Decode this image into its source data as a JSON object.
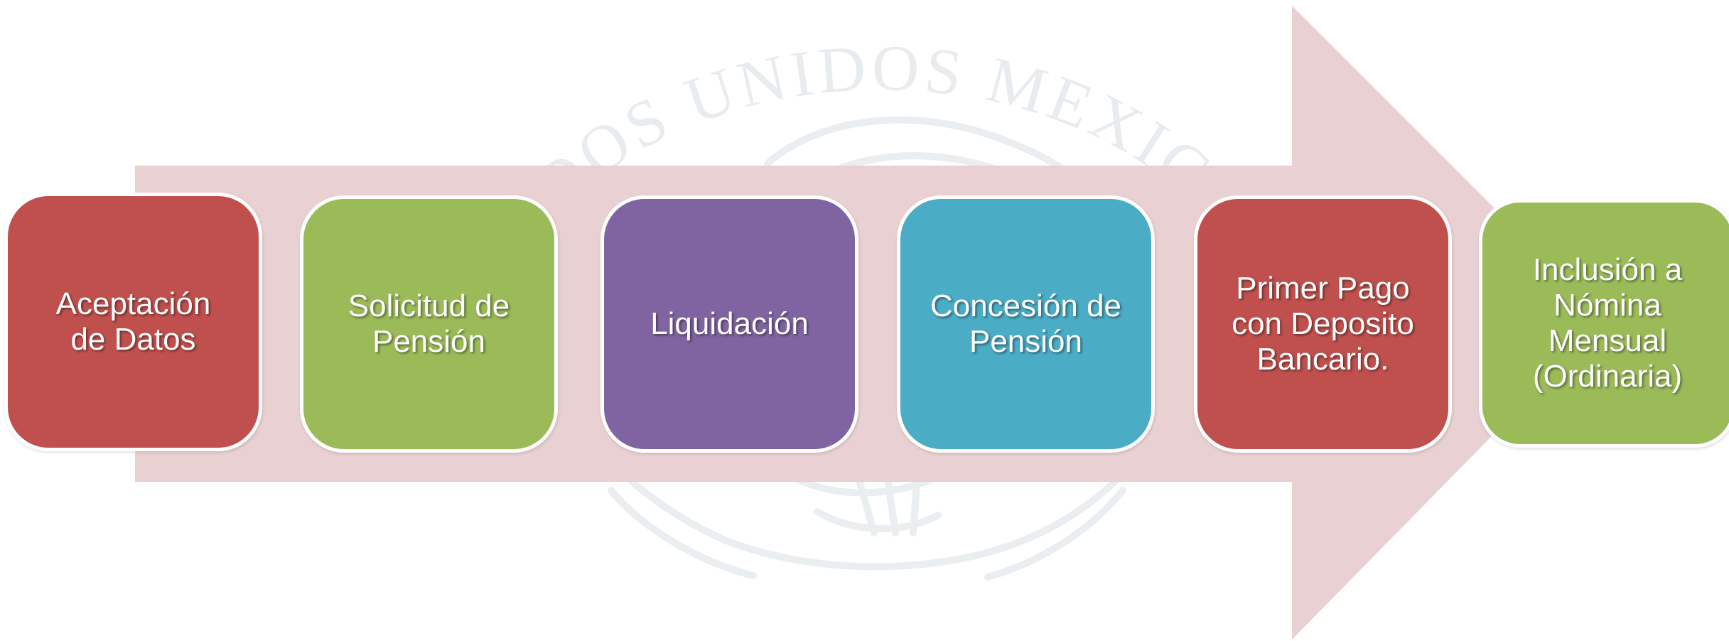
{
  "colors": {
    "background": "#ffffff",
    "arrow": "#e9d0d2",
    "watermark": "#e8ecee",
    "step_red": "#c0504d",
    "step_green": "#9bbb59",
    "step_purple": "#8064a2",
    "step_teal": "#4bacc6",
    "text": "#ffffff"
  },
  "diagram": {
    "watermark_text": "ESTADOS UNIDOS MEXICANOS",
    "steps": [
      {
        "label": "Aceptación\nde Datos",
        "color": "#c0504d"
      },
      {
        "label": "Solicitud de\nPensión",
        "color": "#9bbb59"
      },
      {
        "label": "Liquidación",
        "color": "#8064a2"
      },
      {
        "label": "Concesión de\nPensión",
        "color": "#4bacc6"
      },
      {
        "label": "Primer Pago\ncon Deposito\nBancario.",
        "color": "#c0504d"
      },
      {
        "label": "Inclusión a\nNómina\nMensual\n(Ordinaria)",
        "color": "#9bbb59"
      }
    ]
  }
}
